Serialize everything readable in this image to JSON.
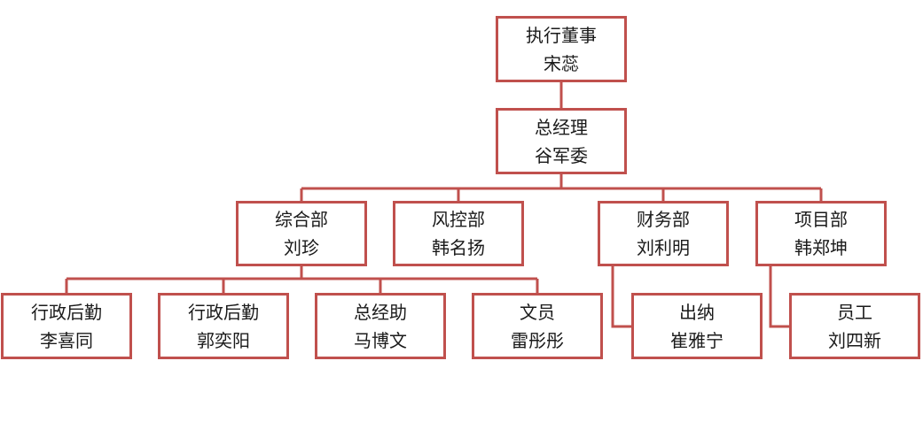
{
  "line_color": "#c0504d",
  "text_color": "#1a1a1a",
  "nodes": {
    "ceo": {
      "title": "执行董事",
      "name": "宋蕊"
    },
    "gm": {
      "title": "总经理",
      "name": "谷军委"
    },
    "zonghe": {
      "title": "综合部",
      "name": "刘珍"
    },
    "fengkong": {
      "title": "风控部",
      "name": "韩名扬"
    },
    "caiwu": {
      "title": "财务部",
      "name": "刘利明"
    },
    "xiangmu": {
      "title": "项目部",
      "name": "韩郑坤"
    },
    "admin1": {
      "title": "行政后勤",
      "name": "李喜同"
    },
    "admin2": {
      "title": "行政后勤",
      "name": "郭奕阳"
    },
    "gm_assist": {
      "title": "总经助",
      "name": "马博文"
    },
    "clerk": {
      "title": "文员",
      "name": "雷彤彤"
    },
    "cashier": {
      "title": "出纳",
      "name": "崔雅宁"
    },
    "staff": {
      "title": "员工",
      "name": "刘四新"
    }
  }
}
